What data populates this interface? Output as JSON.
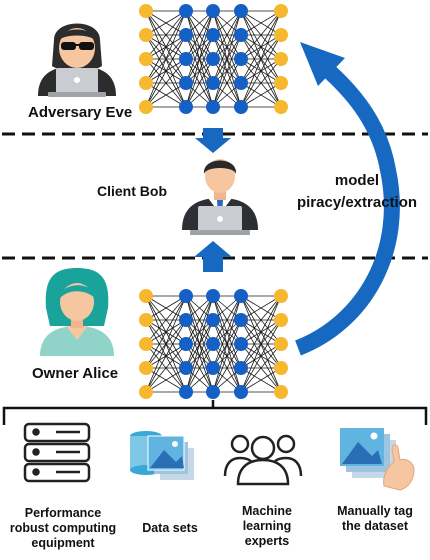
{
  "roles": {
    "adversary": "Adversary Eve",
    "client": "Client Bob",
    "owner": "Owner Alice"
  },
  "attack_label": {
    "line1": "model",
    "line2": "piracy/extraction"
  },
  "resources": [
    {
      "lines": [
        "Performance",
        "robust computing",
        "equipment"
      ],
      "icon": "server-icon"
    },
    {
      "lines": [
        "Data sets"
      ],
      "icon": "dataset-icon"
    },
    {
      "lines": [
        "Machine",
        "learning",
        "experts"
      ],
      "icon": "experts-icon"
    },
    {
      "lines": [
        "Manually tag",
        "the dataset"
      ],
      "icon": "tagging-icon"
    }
  ],
  "colors": {
    "node_yellow": "#f5b82e",
    "node_blue": "#1560c4",
    "arrow_blue": "#1668c0",
    "skin": "#f6c6a0",
    "hair_teal": "#1aa39a"
  }
}
